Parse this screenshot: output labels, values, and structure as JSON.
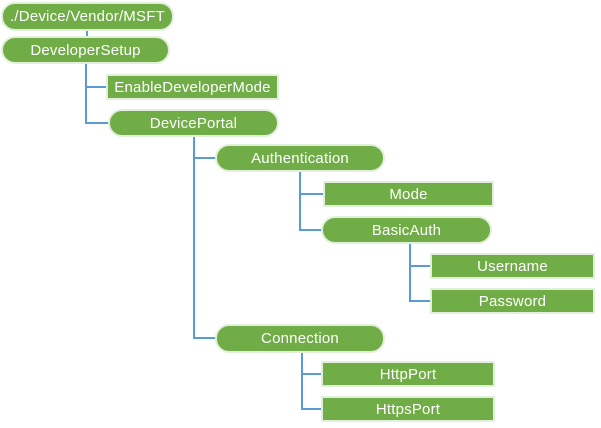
{
  "diagram": {
    "type": "tree",
    "colors": {
      "node_fill": "#70AD47",
      "node_border": "#E2EFDA",
      "node_text": "#FFFFFF",
      "connector": "#5B9BD5",
      "background": "#FFFFFF"
    },
    "nodes": [
      {
        "label": "./Device/Vendor/MSFT",
        "shape": "rounded",
        "parent": null
      },
      {
        "label": "DeveloperSetup",
        "shape": "rounded",
        "parent": "./Device/Vendor/MSFT"
      },
      {
        "label": "EnableDeveloperMode",
        "shape": "rectangle",
        "parent": "DeveloperSetup"
      },
      {
        "label": "DevicePortal",
        "shape": "rounded",
        "parent": "DeveloperSetup"
      },
      {
        "label": "Authentication",
        "shape": "rounded",
        "parent": "DevicePortal"
      },
      {
        "label": "Mode",
        "shape": "rectangle",
        "parent": "Authentication"
      },
      {
        "label": "BasicAuth",
        "shape": "rounded",
        "parent": "Authentication"
      },
      {
        "label": "Username",
        "shape": "rectangle",
        "parent": "BasicAuth"
      },
      {
        "label": "Password",
        "shape": "rectangle",
        "parent": "BasicAuth"
      },
      {
        "label": "Connection",
        "shape": "rounded",
        "parent": "DevicePortal"
      },
      {
        "label": "HttpPort",
        "shape": "rectangle",
        "parent": "Connection"
      },
      {
        "label": "HttpsPort",
        "shape": "rectangle",
        "parent": "Connection"
      }
    ]
  }
}
